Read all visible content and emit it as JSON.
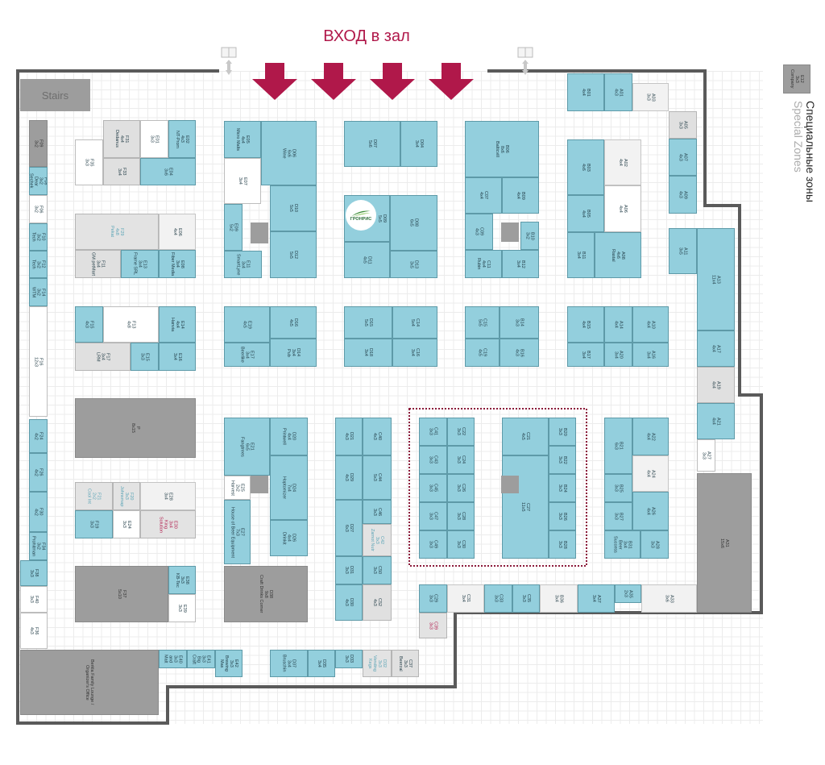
{
  "header": {
    "entrance_label": "ВХОД в зал"
  },
  "stairs_label": "Stairs",
  "legend": {
    "title_ru": "Специальные зоны",
    "title_en": "Special Zones",
    "sample": {
      "id": "E12",
      "size": "3x3",
      "name": "Company"
    }
  },
  "logo_text": "ГРОНРИС",
  "colors": {
    "booth": "#93cfdd",
    "accent": "#b0184a",
    "special": "#9d9d9d",
    "reserved": "#e0e0e0"
  },
  "booths": [
    {
      "id": "F09",
      "size": "3x2",
      "name": "",
      "kind": "d"
    },
    {
      "id": "F08",
      "size": "3x2",
      "name": "Dear Sechek",
      "kind": "b"
    },
    {
      "id": "F06",
      "size": "3x2",
      "name": "",
      "kind": "w"
    },
    {
      "id": "F10",
      "size": "3x2",
      "name": "Tech",
      "kind": "b"
    },
    {
      "id": "F12",
      "size": "3x2",
      "name": "Tech",
      "kind": "b"
    },
    {
      "id": "F14",
      "size": "3x2",
      "name": "WTM",
      "kind": "b"
    },
    {
      "id": "F16",
      "size": "12x3",
      "name": "",
      "kind": "w"
    },
    {
      "id": "F24",
      "size": "4x2",
      "name": "",
      "kind": "b"
    },
    {
      "id": "F26",
      "size": "4x2",
      "name": "",
      "kind": "b"
    },
    {
      "id": "F30",
      "size": "4x2",
      "name": "",
      "kind": "b"
    },
    {
      "id": "F34",
      "size": "3x2",
      "name": "Prohitman",
      "kind": "b"
    },
    {
      "id": "F38",
      "size": "3x3",
      "name": "",
      "kind": "b"
    },
    {
      "id": "F40",
      "size": "3x3",
      "name": "",
      "kind": "w"
    },
    {
      "id": "F36",
      "size": "4x3",
      "name": "",
      "kind": "w"
    },
    {
      "id": "",
      "size": "",
      "name": "Berkla Family Lounge / Organizer's Office",
      "kind": "d"
    },
    {
      "id": "F35",
      "size": "3x3",
      "name": "",
      "kind": "w"
    },
    {
      "id": "F31",
      "size": "4x4",
      "name": "Dedanus",
      "kind": "g"
    },
    {
      "id": "F33",
      "size": "3x4",
      "name": "",
      "kind": "g"
    },
    {
      "id": "E01",
      "size": "3x3",
      "name": "",
      "kind": "w"
    },
    {
      "id": "E02",
      "size": "4x3",
      "name": "NT-Prom",
      "kind": "b"
    },
    {
      "id": "E04",
      "size": "3x6",
      "name": "",
      "kind": "b"
    },
    {
      "id": "F29",
      "size": "4x8",
      "name": "Pekat",
      "kind": "gt"
    },
    {
      "id": "E06",
      "size": "4x4",
      "name": "",
      "kind": "v"
    },
    {
      "id": "F11",
      "size": "3x4",
      "name": "GM petMart",
      "kind": "g"
    },
    {
      "id": "E13",
      "size": "3x4",
      "name": "Frame SRL",
      "kind": "b"
    },
    {
      "id": "E08",
      "size": "3x4",
      "name": "Fiber Media",
      "kind": "b"
    },
    {
      "id": "F15",
      "size": "4x3",
      "name": "",
      "kind": "b"
    },
    {
      "id": "F13",
      "size": "4x8",
      "name": "",
      "kind": "w"
    },
    {
      "id": "E14",
      "size": "4x4",
      "name": "Hanvia",
      "kind": "b"
    },
    {
      "id": "F17",
      "size": "3x4",
      "name": "LRM",
      "kind": "g"
    },
    {
      "id": "E15",
      "size": "3x3",
      "name": "",
      "kind": "b"
    },
    {
      "id": "E16",
      "size": "3x4",
      "name": "",
      "kind": "b"
    },
    {
      "id": "P",
      "size": "8x15",
      "name": "",
      "kind": "d"
    },
    {
      "id": "F21",
      "size": "2x2",
      "name": "Cool Int",
      "kind": "gt"
    },
    {
      "id": "F20",
      "size": "3x3",
      "name": "Johnsmap",
      "kind": "gt"
    },
    {
      "id": "E28",
      "size": "3x4",
      "name": "",
      "kind": "v"
    },
    {
      "id": "F19",
      "size": "3x3",
      "name": "",
      "kind": "b"
    },
    {
      "id": "E24",
      "size": "3x3",
      "name": "",
      "kind": "w"
    },
    {
      "id": "E30",
      "size": "3x4",
      "name": "King Solution",
      "kind": "gr"
    },
    {
      "id": "F37",
      "size": "5x10",
      "name": "",
      "kind": "d"
    },
    {
      "id": "E38",
      "size": "3x3",
      "name": "KB-Tec",
      "kind": "b"
    },
    {
      "id": "E39",
      "size": "3x3",
      "name": "",
      "kind": "w"
    },
    {
      "id": "E40",
      "size": "3x3",
      "name": "and Malt",
      "kind": "b"
    },
    {
      "id": "E41",
      "size": "3x3",
      "name": "Big Craft",
      "kind": "b"
    },
    {
      "id": "E42",
      "size": "3x3",
      "name": "Brewing Mas",
      "kind": "b"
    },
    {
      "id": "E05",
      "size": "4x4",
      "name": "Micro Malts",
      "kind": "b"
    },
    {
      "id": "D06",
      "size": "6x6",
      "name": "Wine",
      "kind": "b"
    },
    {
      "id": "E07",
      "size": "3x4",
      "name": "",
      "kind": "w"
    },
    {
      "id": "D10",
      "size": "5x5",
      "name": "",
      "kind": "b"
    },
    {
      "id": "E09",
      "size": "5x2",
      "name": "",
      "kind": "b"
    },
    {
      "id": "E11",
      "size": "3x4",
      "name": "SmartLyne",
      "kind": "b"
    },
    {
      "id": "D12",
      "size": "5x5",
      "name": "",
      "kind": "b"
    },
    {
      "id": "D07",
      "size": "5x6",
      "name": "",
      "kind": "b"
    },
    {
      "id": "D04",
      "size": "3x4",
      "name": "",
      "kind": "b"
    },
    {
      "id": "D09",
      "size": "5x5",
      "name": "",
      "kind": "b"
    },
    {
      "id": "D08",
      "size": "6x5",
      "name": "",
      "kind": "b"
    },
    {
      "id": "D11",
      "size": "4x5",
      "name": "",
      "kind": "b"
    },
    {
      "id": "D13",
      "size": "3x5",
      "name": "",
      "kind": "b"
    },
    {
      "id": "B06",
      "size": "8x6",
      "name": "Balticvill",
      "kind": "b"
    },
    {
      "id": "C07",
      "size": "4x4",
      "name": "",
      "kind": "b"
    },
    {
      "id": "B09",
      "size": "4x4",
      "name": "",
      "kind": "b"
    },
    {
      "id": "C09",
      "size": "4x3",
      "name": "",
      "kind": "b"
    },
    {
      "id": "B10",
      "size": "3x2",
      "name": "",
      "kind": "b"
    },
    {
      "id": "C11",
      "size": "4x4",
      "name": "Rubin",
      "kind": "b"
    },
    {
      "id": "B12",
      "size": "3x4",
      "name": "",
      "kind": "b"
    },
    {
      "id": "B01",
      "size": "4x4",
      "name": "",
      "kind": "b"
    },
    {
      "id": "A01",
      "size": "4x3",
      "name": "",
      "kind": "b"
    },
    {
      "id": "A03",
      "size": "3x3",
      "name": "",
      "kind": "v"
    },
    {
      "id": "A05",
      "size": "3x3",
      "name": "",
      "kind": "g"
    },
    {
      "id": "A07",
      "size": "4x3",
      "name": "",
      "kind": "b"
    },
    {
      "id": "A09",
      "size": "4x3",
      "name": "",
      "kind": "b"
    },
    {
      "id": "B03",
      "size": "4x6",
      "name": "",
      "kind": "b"
    },
    {
      "id": "A02",
      "size": "4x4",
      "name": "",
      "kind": "v"
    },
    {
      "id": "B05",
      "size": "4x4",
      "name": "",
      "kind": "b"
    },
    {
      "id": "A06",
      "size": "4x4",
      "name": "",
      "kind": "w"
    },
    {
      "id": "B11",
      "size": "3x4",
      "name": "",
      "kind": "b"
    },
    {
      "id": "A08",
      "size": "4x6",
      "name": "Rastal",
      "kind": "b"
    },
    {
      "id": "A11",
      "size": "3x5",
      "name": "",
      "kind": "b"
    },
    {
      "id": "A13",
      "size": "11x4",
      "name": "",
      "kind": "b"
    },
    {
      "id": "E19",
      "size": "4x5",
      "name": "",
      "kind": "b"
    },
    {
      "id": "D16",
      "size": "4x5",
      "name": "",
      "kind": "b"
    },
    {
      "id": "E17",
      "size": "3x4",
      "name": "Beerlike",
      "kind": "b"
    },
    {
      "id": "D14",
      "size": "3x4",
      "name": "Pub",
      "kind": "b"
    },
    {
      "id": "D15",
      "size": "5x5",
      "name": "",
      "kind": "b"
    },
    {
      "id": "C14",
      "size": "5x4",
      "name": "",
      "kind": "b"
    },
    {
      "id": "D18",
      "size": "3x4",
      "name": "",
      "kind": "b"
    },
    {
      "id": "C16",
      "size": "3x4",
      "name": "",
      "kind": "b"
    },
    {
      "id": "C15",
      "size": "5x5",
      "name": "",
      "kind": "b"
    },
    {
      "id": "B14",
      "size": "3x3",
      "name": "",
      "kind": "b"
    },
    {
      "id": "C19",
      "size": "4x5",
      "name": "",
      "kind": "b"
    },
    {
      "id": "B16",
      "size": "4x3",
      "name": "",
      "kind": "b"
    },
    {
      "id": "B15",
      "size": "4x4",
      "name": "",
      "kind": "b"
    },
    {
      "id": "A14",
      "size": "4x4",
      "name": "",
      "kind": "b"
    },
    {
      "id": "A10",
      "size": "4x4",
      "name": "",
      "kind": "b"
    },
    {
      "id": "B17",
      "size": "3x4",
      "name": "",
      "kind": "b"
    },
    {
      "id": "A20",
      "size": "3x4",
      "name": "",
      "kind": "b"
    },
    {
      "id": "A16",
      "size": "3x4",
      "name": "",
      "kind": "b"
    },
    {
      "id": "A17",
      "size": "4x4",
      "name": "",
      "kind": "b"
    },
    {
      "id": "A19",
      "size": "4x4",
      "name": "",
      "kind": "g"
    },
    {
      "id": "A21",
      "size": "4x4",
      "name": "",
      "kind": "b"
    },
    {
      "id": "A27",
      "size": "3x3",
      "name": "",
      "kind": "w"
    },
    {
      "id": "A31",
      "size": "15x6",
      "name": "",
      "kind": "d"
    },
    {
      "id": "E21",
      "size": "6x5",
      "name": "Fangtrees",
      "kind": "b"
    },
    {
      "id": "D20",
      "size": "4x4",
      "name": "Printwell",
      "kind": "b"
    },
    {
      "id": "E25",
      "size": "2x2",
      "name": "Harvest",
      "kind": "w"
    },
    {
      "id": "D24",
      "size": "7x4",
      "name": "Hoptomizer",
      "kind": "b"
    },
    {
      "id": "E27",
      "size": "7x3",
      "name": "House of Beer Equipment",
      "kind": "b"
    },
    {
      "id": "D26",
      "size": "4x4",
      "name": "Drinkit",
      "kind": "b"
    },
    {
      "id": "D38",
      "size": "9x8",
      "name": "Craft Drinks Corner",
      "kind": "d"
    },
    {
      "id": "D21",
      "size": "4x3",
      "name": "",
      "kind": "b"
    },
    {
      "id": "C40",
      "size": "4x3",
      "name": "",
      "kind": "b"
    },
    {
      "id": "D29",
      "size": "4x3",
      "name": "",
      "kind": "b"
    },
    {
      "id": "C44",
      "size": "5x3",
      "name": "",
      "kind": "b"
    },
    {
      "id": "D27",
      "size": "6x3",
      "name": "",
      "kind": "b"
    },
    {
      "id": "C46",
      "size": "3x3",
      "name": "",
      "kind": "b"
    },
    {
      "id": "C42",
      "size": "3x3",
      "name": "Zarnot Nutr",
      "kind": "gt"
    },
    {
      "id": "D31",
      "size": "3x3",
      "name": "",
      "kind": "b"
    },
    {
      "id": "C50",
      "size": "3x3",
      "name": "",
      "kind": "b"
    },
    {
      "id": "D30",
      "size": "4x3",
      "name": "",
      "kind": "b"
    },
    {
      "id": "C52",
      "size": "4x3",
      "name": "",
      "kind": "g"
    },
    {
      "id": "D37",
      "size": "3x4",
      "name": "Bruschin",
      "kind": "b"
    },
    {
      "id": "D35",
      "size": "3x4",
      "name": "",
      "kind": "b"
    },
    {
      "id": "D33",
      "size": "3x3",
      "name": "",
      "kind": "b"
    },
    {
      "id": "D32",
      "size": "3x3",
      "name": "Vending Kegs",
      "kind": "gt"
    },
    {
      "id": "C37",
      "size": "3x3",
      "name": "Beerzal",
      "kind": "g"
    },
    {
      "id": "C41",
      "size": "3x3",
      "name": "",
      "kind": "b"
    },
    {
      "id": "C43",
      "size": "3x3",
      "name": "",
      "kind": "b"
    },
    {
      "id": "C45",
      "size": "3x3",
      "name": "",
      "kind": "b"
    },
    {
      "id": "C47",
      "size": "3x3",
      "name": "",
      "kind": "b"
    },
    {
      "id": "C49",
      "size": "3x3",
      "name": "",
      "kind": "b"
    },
    {
      "id": "C22",
      "size": "3x3",
      "name": "",
      "kind": "b"
    },
    {
      "id": "C24",
      "size": "3x3",
      "name": "",
      "kind": "b"
    },
    {
      "id": "C26",
      "size": "3x3",
      "name": "",
      "kind": "b"
    },
    {
      "id": "C28",
      "size": "3x3",
      "name": "",
      "kind": "b"
    },
    {
      "id": "C30",
      "size": "3x3",
      "name": "",
      "kind": "b"
    },
    {
      "id": "C21",
      "size": "4x5",
      "name": "",
      "kind": "b"
    },
    {
      "id": "C27",
      "size": "11x5",
      "name": "",
      "kind": "b"
    },
    {
      "id": "B20",
      "size": "3x3",
      "name": "",
      "kind": "b"
    },
    {
      "id": "B22",
      "size": "3x3",
      "name": "",
      "kind": "b"
    },
    {
      "id": "B24",
      "size": "3x3",
      "name": "",
      "kind": "b"
    },
    {
      "id": "B26",
      "size": "3x3",
      "name": "",
      "kind": "b"
    },
    {
      "id": "B28",
      "size": "3x3",
      "name": "",
      "kind": "b"
    },
    {
      "id": "B21",
      "size": "6x3",
      "name": "",
      "kind": "b"
    },
    {
      "id": "A22",
      "size": "4x4",
      "name": "",
      "kind": "b"
    },
    {
      "id": "A24",
      "size": "4x4",
      "name": "",
      "kind": "v"
    },
    {
      "id": "B25",
      "size": "3x3",
      "name": "",
      "kind": "b"
    },
    {
      "id": "B27",
      "size": "3x3",
      "name": "",
      "kind": "b"
    },
    {
      "id": "A26",
      "size": "4x4",
      "name": "",
      "kind": "b"
    },
    {
      "id": "B31",
      "size": "3x4",
      "name": "Beer Success",
      "kind": "b"
    },
    {
      "id": "A28",
      "size": "3x3",
      "name": "",
      "kind": "b"
    },
    {
      "id": "C29",
      "size": "3x3",
      "name": "",
      "kind": "b"
    },
    {
      "id": "C31",
      "size": "3x4",
      "name": "",
      "kind": "v"
    },
    {
      "id": "C33",
      "size": "3x3",
      "name": "",
      "kind": "b"
    },
    {
      "id": "C35",
      "size": "3x3",
      "name": "",
      "kind": "b"
    },
    {
      "id": "B36",
      "size": "3x4",
      "name": "",
      "kind": "v"
    },
    {
      "id": "A37",
      "size": "3x4",
      "name": "",
      "kind": "b"
    },
    {
      "id": "A35",
      "size": "2x3",
      "name": "",
      "kind": "b"
    },
    {
      "id": "A33",
      "size": "3x6",
      "name": "",
      "kind": "v"
    },
    {
      "id": "C39",
      "size": "3x3",
      "name": "",
      "kind": "gr"
    }
  ]
}
